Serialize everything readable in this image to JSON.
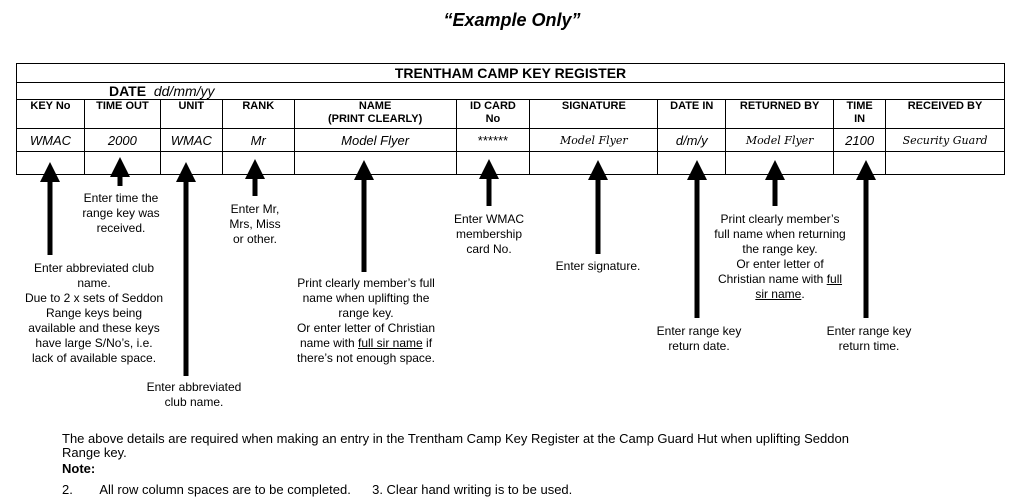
{
  "heading": "“Example Only”",
  "register": {
    "title": "TRENTHAM CAMP KEY REGISTER",
    "date_label": "DATE",
    "date_value": "dd/mm/yy",
    "columns": {
      "key_no": "KEY No",
      "time_out": "TIME OUT",
      "unit": "UNIT",
      "rank": "RANK",
      "name_1": "NAME",
      "name_2": "(PRINT CLEARLY)",
      "id_card_1": "ID CARD",
      "id_card_2": "No",
      "signature": "SIGNATURE",
      "date_in": "DATE IN",
      "returned_by": "RETURNED BY",
      "time_in_1": "TIME",
      "time_in_2": "IN",
      "received_by": "RECEIVED BY"
    },
    "example": {
      "key_no": "WMAC",
      "time_out": "2000",
      "unit": "WMAC",
      "rank": "Mr",
      "name": "Model Flyer",
      "id_card": "******",
      "signature": "Model Flyer",
      "date_in": "d/m/y",
      "returned_by": "Model Flyer",
      "time_in": "2100",
      "received_by": "Security Guard"
    }
  },
  "notes": {
    "time_out": [
      "Enter time the",
      "range key was",
      "received."
    ],
    "rank": [
      "Enter Mr,",
      "Mrs, Miss",
      "or other."
    ],
    "id_card": [
      "Enter WMAC",
      "membership",
      "card No."
    ],
    "returned_by": [
      "Print clearly member’s",
      "full name when returning",
      "the range key.",
      "Or enter letter of",
      "Christian name with"
    ],
    "returned_by_u1": "full",
    "returned_by_u2": "sir name",
    "key_no": [
      "Enter abbreviated club",
      "name.",
      "Due to 2 x sets of Seddon",
      "Range keys being",
      "available and these keys",
      "have large S/No’s, i.e.",
      "lack of available space."
    ],
    "signature": "Enter signature.",
    "name": [
      "Print clearly member’s full",
      "name when uplifting the",
      "range key.",
      "Or enter letter of Christian",
      "name with"
    ],
    "name_u": "full sir name",
    "name_tail1": " if",
    "name_tail2": "there’s not enough space.",
    "date_in": [
      "Enter range key",
      "return date."
    ],
    "time_in": [
      "Enter range key",
      "return time."
    ],
    "unit": [
      "Enter abbreviated",
      "club name."
    ]
  },
  "footer": {
    "line1": "The above details are required when making an entry in the Trentham Camp Key Register at the Camp Guard Hut when uplifting Seddon",
    "line2": "Range key.",
    "note_label": "Note:",
    "item2_num": "2.",
    "item2": "All row column spaces are to be completed.",
    "item3": "3. Clear hand writing is to be used."
  }
}
